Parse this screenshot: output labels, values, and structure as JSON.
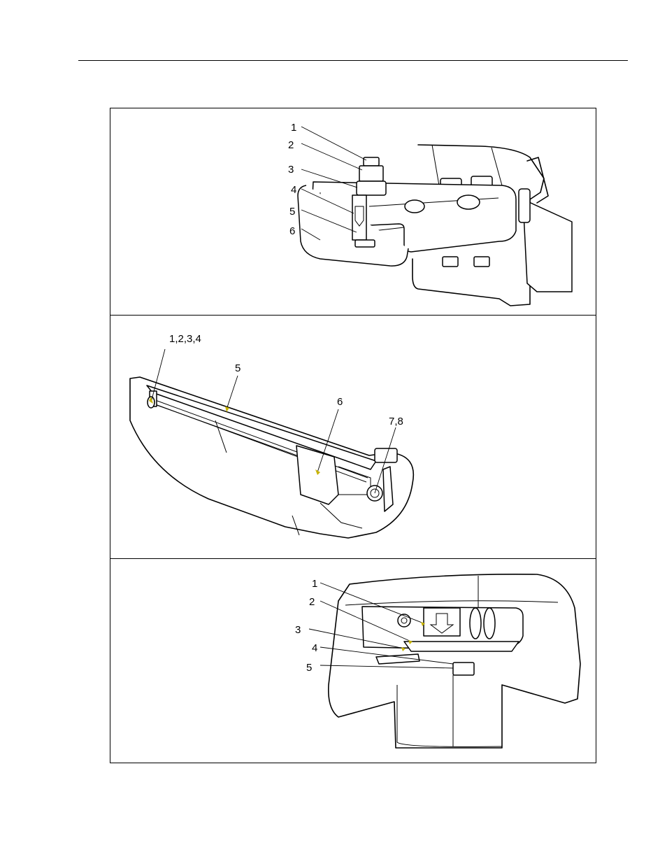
{
  "figure": {
    "panel_1": {
      "callouts": [
        "1",
        "2",
        "3",
        "4",
        "5",
        "6"
      ]
    },
    "panel_2": {
      "callouts": [
        "1,2,3,4",
        "5",
        "6",
        "7,8"
      ]
    },
    "panel_3": {
      "callouts": [
        "1",
        "2",
        "3",
        "4",
        "5"
      ]
    }
  }
}
